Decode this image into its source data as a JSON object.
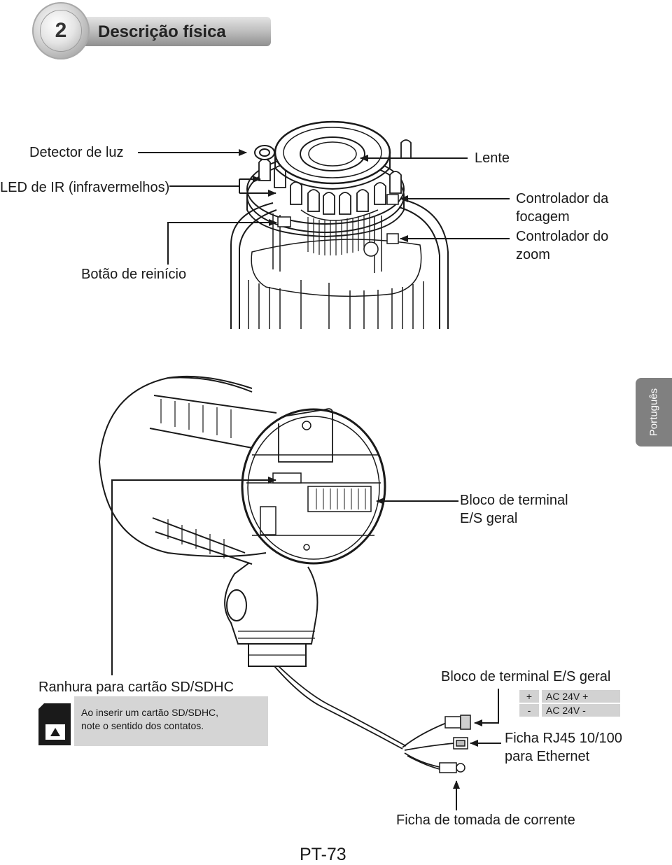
{
  "header": {
    "section_number": "2",
    "title": "Descrição física"
  },
  "sidebar_tab": {
    "language": "Português"
  },
  "top_view_callouts": {
    "light_detector": "Detector de luz",
    "ir_led": "LED de IR (infravermelhos)",
    "reset_button": "Botão de reinício",
    "lens": "Lente",
    "focus_controller_line1": "Controlador da",
    "focus_controller_line2": "focagem",
    "zoom_controller_line1": "Controlador do",
    "zoom_controller_line2": "zoom"
  },
  "side_view_callouts": {
    "terminal_block_line1": "Bloco de terminal",
    "terminal_block_line2": "E/S geral",
    "sd_slot": "Ranhura para cartão SD/SDHC",
    "sd_note_line1": "Ao inserir um cartão SD/SDHC,",
    "sd_note_line2": "note o sentido dos contatos."
  },
  "cable_callouts": {
    "io_terminal_block": "Bloco de terminal E/S geral",
    "terminal_pins": [
      {
        "sign": "+",
        "label": "AC 24V +"
      },
      {
        "sign": "-",
        "label": "AC 24V -"
      }
    ],
    "rj45_line1": "Ficha RJ45 10/100",
    "rj45_line2": "para Ethernet",
    "power_jack": "Ficha de tomada de corrente"
  },
  "footer": {
    "page_number": "PT-73"
  },
  "colors": {
    "header_gradient_light": "#e4e4e4",
    "header_gradient_dark": "#8f8f8f",
    "tab_background": "#808080",
    "note_background": "#d5d5d5",
    "line_art": "#1a1a1a"
  }
}
